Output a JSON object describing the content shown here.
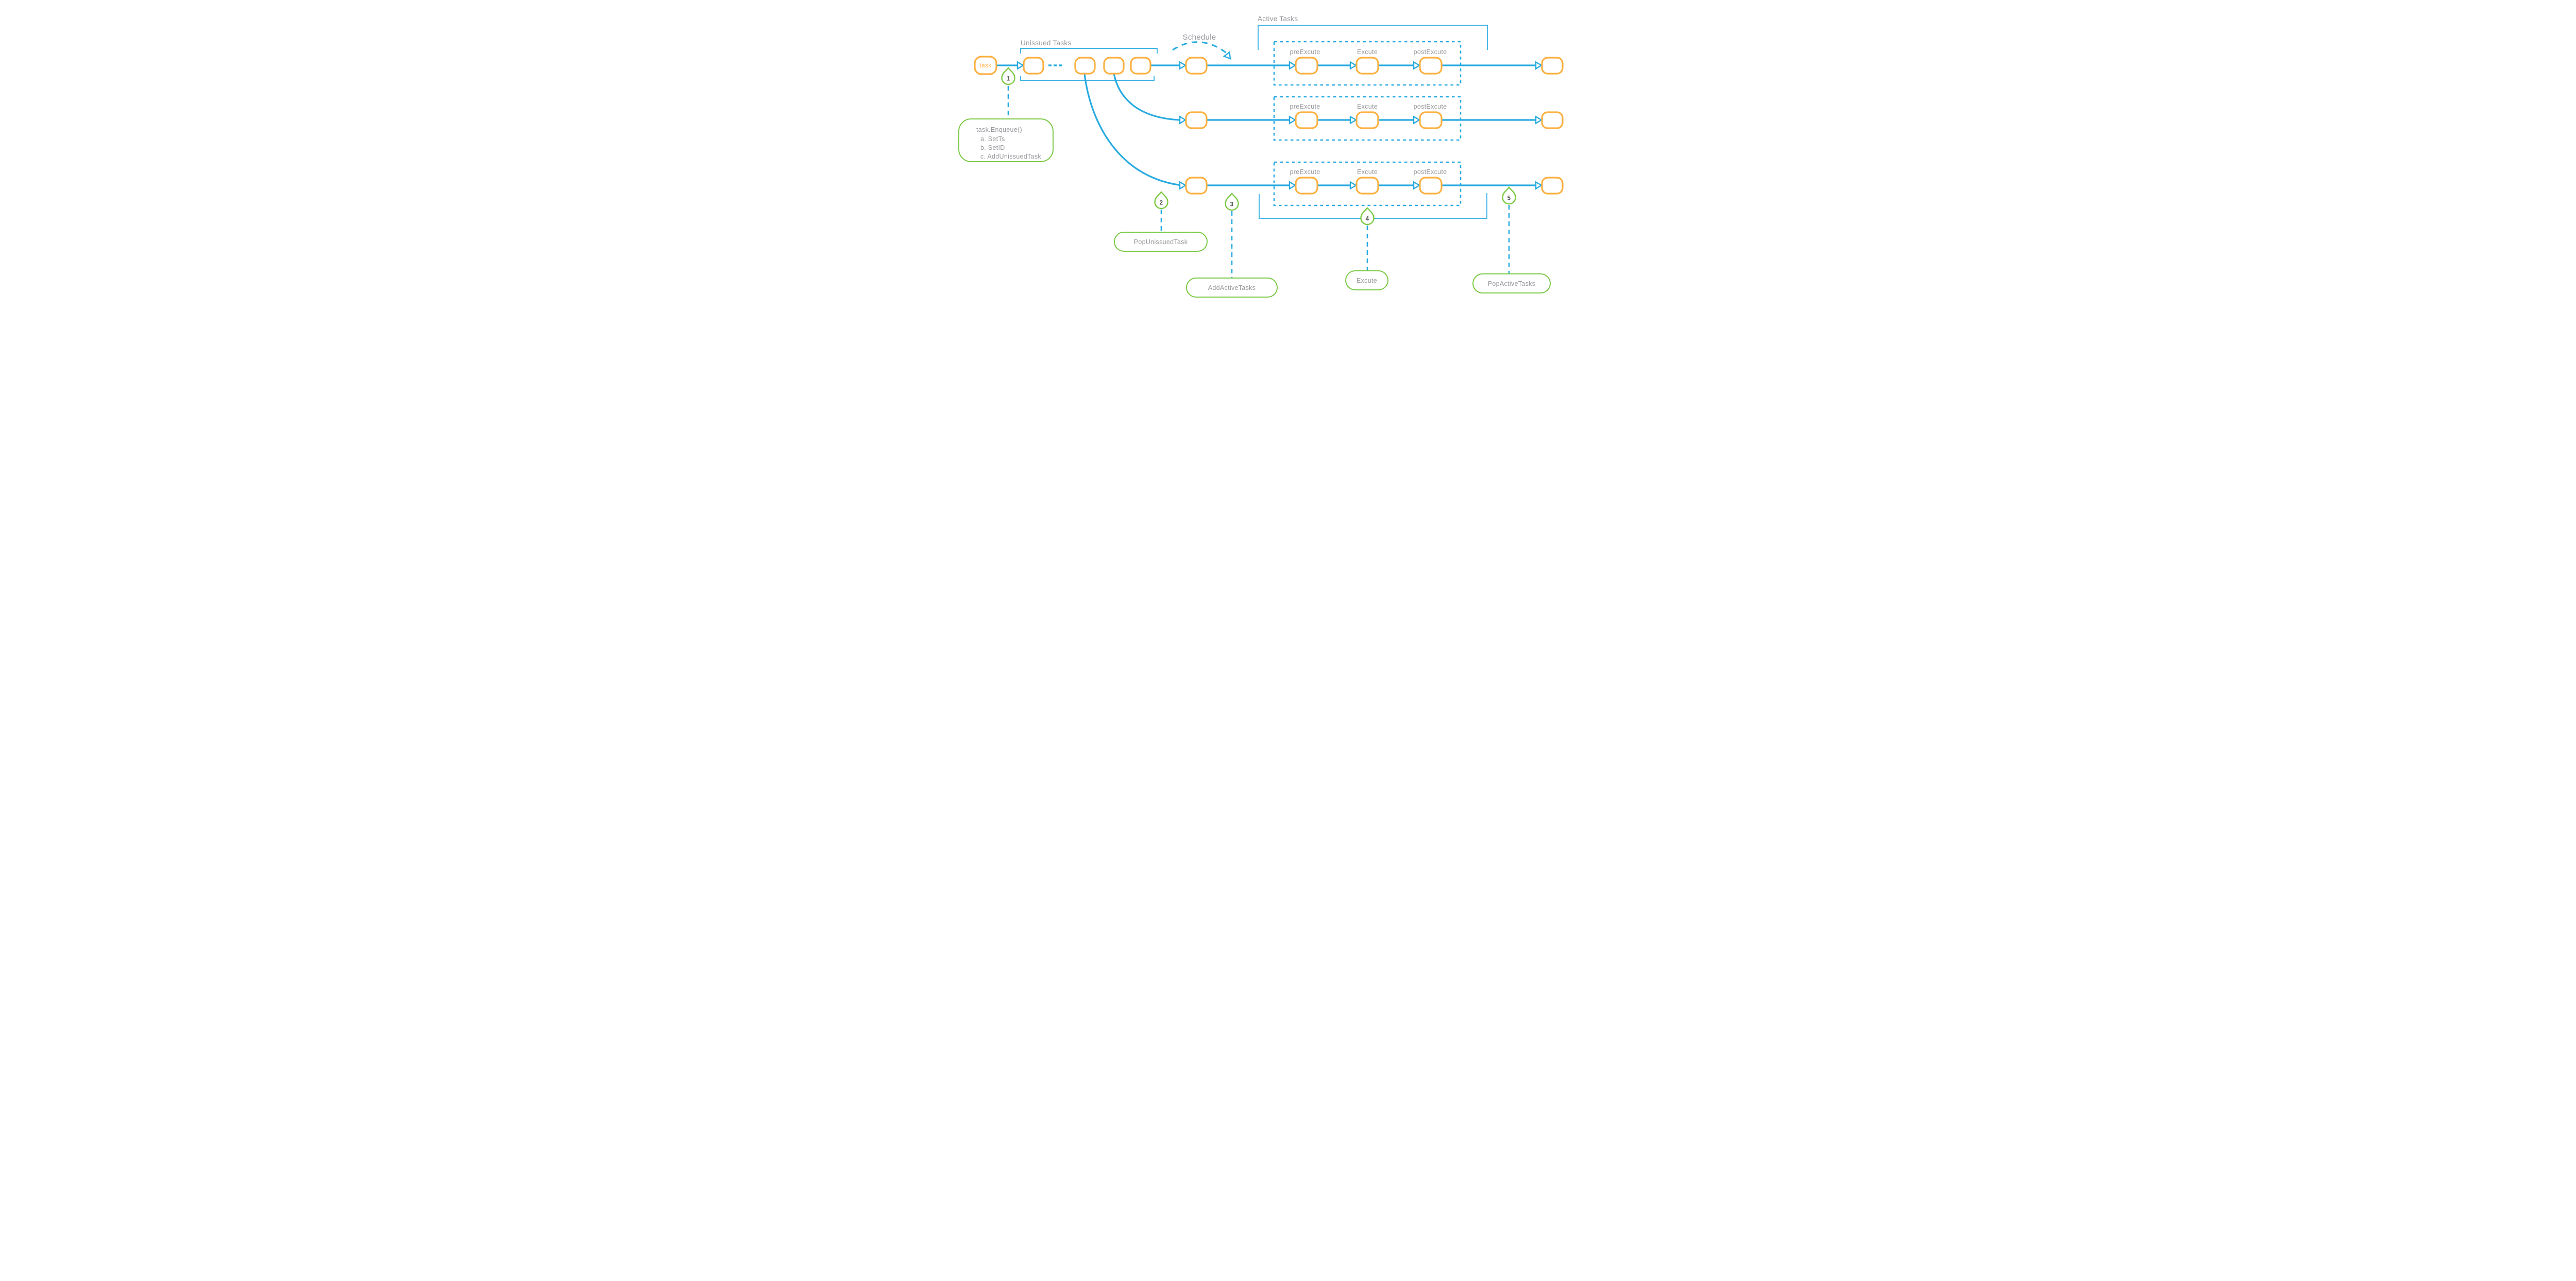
{
  "page": {
    "background": "#FFFFFF",
    "type": "flow-diagram",
    "topic": "task scheduling pipeline"
  },
  "colors": {
    "accent_blue": "#27AAE1",
    "node_orange": "#FBB040",
    "annotation_green": "#7AC943",
    "label_gray": "#98999E",
    "number_gray": "#4D4D4D"
  },
  "labels": {
    "unissued_tasks": "Unissued Tasks",
    "active_tasks": "Active Tasks",
    "schedule": "Schedule",
    "task_node": "task",
    "pre_excute": "preExcute",
    "excute": "Excute",
    "post_excute": "postExcute"
  },
  "markers": [
    "1",
    "2",
    "3",
    "4",
    "5"
  ],
  "notes": {
    "enqueue": {
      "title": "task.Enqueue()",
      "items": [
        "a. SetTs",
        "b. SetID",
        "c. AddUnissuedTask"
      ]
    },
    "pop_unissued": "PopUnissuedTask",
    "add_active": "AddActiveTasks",
    "excute": "Excute",
    "pop_active": "PopActiveTasks"
  },
  "icons": {
    "queue_ellipsis": "dash-ellipsis",
    "marker_pin": "teardrop-pin",
    "arrowhead": "open-triangle"
  }
}
